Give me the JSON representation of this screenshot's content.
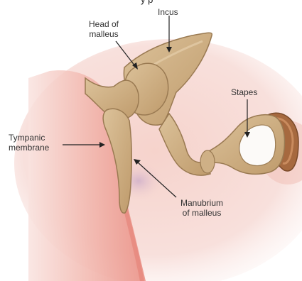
{
  "header": {
    "cropped_title": "y   p"
  },
  "labels": {
    "incus": "Incus",
    "head_of_malleus_l1": "Head of",
    "head_of_malleus_l2": "malleus",
    "stapes": "Stapes",
    "tympanic_l1": "Tympanic",
    "tympanic_l2": "membrane",
    "manubrium_l1": "Manubrium",
    "manubrium_l2": "of malleus"
  },
  "colors": {
    "bone": "#c9a87a",
    "bone_light": "#d9bd94",
    "bone_dark": "#a8865a",
    "tissue": "#f3c9c2",
    "membrane_edge": "#e88a80",
    "text": "#333333"
  }
}
